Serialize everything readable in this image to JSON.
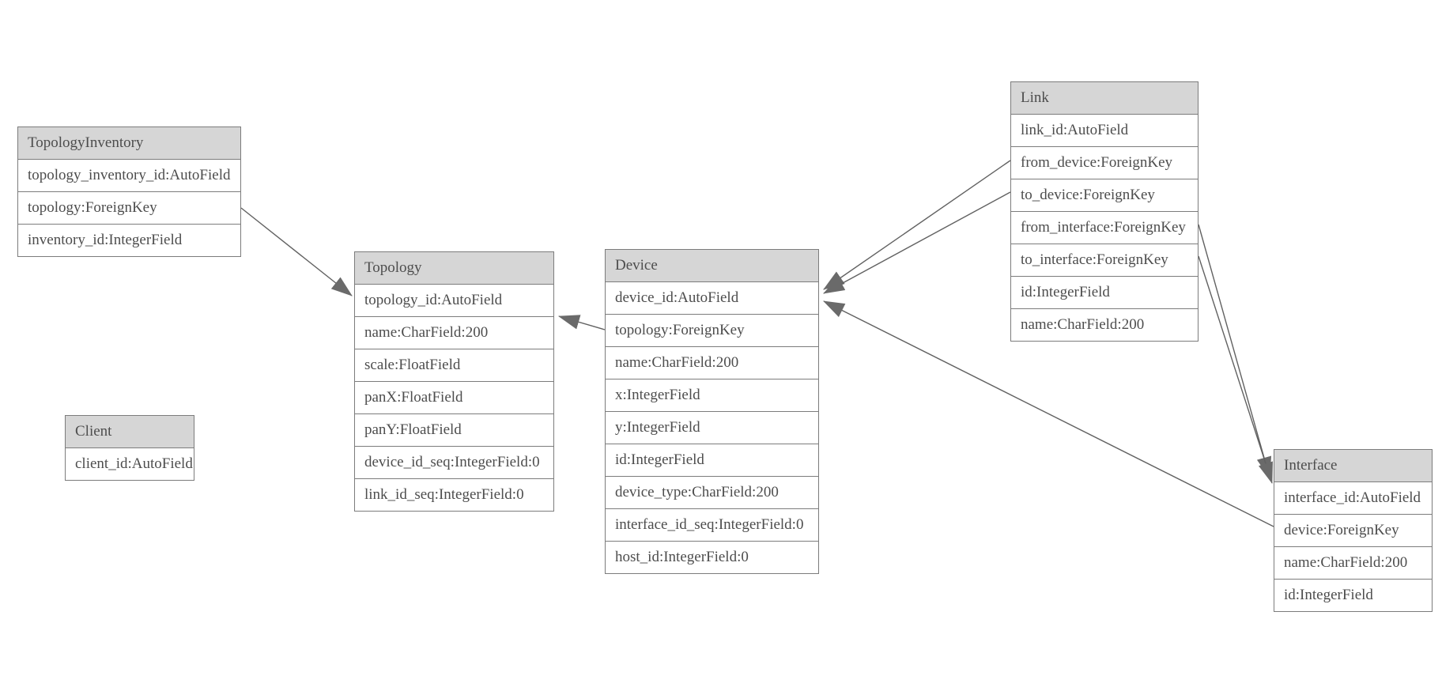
{
  "diagram": {
    "type": "entity-relationship-model-graph",
    "background_color": "#ffffff",
    "colors": {
      "header_background": "#d6d6d6",
      "table_border": "#7c7c7c",
      "text": "#4d4d4d",
      "edge_line": "#616161",
      "arrowhead_fill": "#6a6a6a"
    },
    "entities": [
      {
        "name": "TopologyInventory",
        "fields": [
          "topology_inventory_id:AutoField",
          "topology:ForeignKey",
          "inventory_id:IntegerField"
        ]
      },
      {
        "name": "Topology",
        "fields": [
          "topology_id:AutoField",
          "name:CharField:200",
          "scale:FloatField",
          "panX:FloatField",
          "panY:FloatField",
          "device_id_seq:IntegerField:0",
          "link_id_seq:IntegerField:0"
        ]
      },
      {
        "name": "Client",
        "fields": [
          "client_id:AutoField"
        ]
      },
      {
        "name": "Device",
        "fields": [
          "device_id:AutoField",
          "topology:ForeignKey",
          "name:CharField:200",
          "x:IntegerField",
          "y:IntegerField",
          "id:IntegerField",
          "device_type:CharField:200",
          "interface_id_seq:IntegerField:0",
          "host_id:IntegerField:0"
        ]
      },
      {
        "name": "Link",
        "fields": [
          "link_id:AutoField",
          "from_device:ForeignKey",
          "to_device:ForeignKey",
          "from_interface:ForeignKey",
          "to_interface:ForeignKey",
          "id:IntegerField",
          "name:CharField:200"
        ]
      },
      {
        "name": "Interface",
        "fields": [
          "interface_id:AutoField",
          "device:ForeignKey",
          "name:CharField:200",
          "id:IntegerField"
        ]
      }
    ],
    "relationships": [
      {
        "from": "TopologyInventory.topology",
        "to": "Topology.topology_id"
      },
      {
        "from": "Device.topology",
        "to": "Topology.topology_id"
      },
      {
        "from": "Link.from_device",
        "to": "Device.device_id"
      },
      {
        "from": "Link.to_device",
        "to": "Device.device_id"
      },
      {
        "from": "Link.from_interface",
        "to": "Interface.interface_id"
      },
      {
        "from": "Link.to_interface",
        "to": "Interface.interface_id"
      },
      {
        "from": "Interface.device",
        "to": "Device.device_id"
      }
    ]
  }
}
